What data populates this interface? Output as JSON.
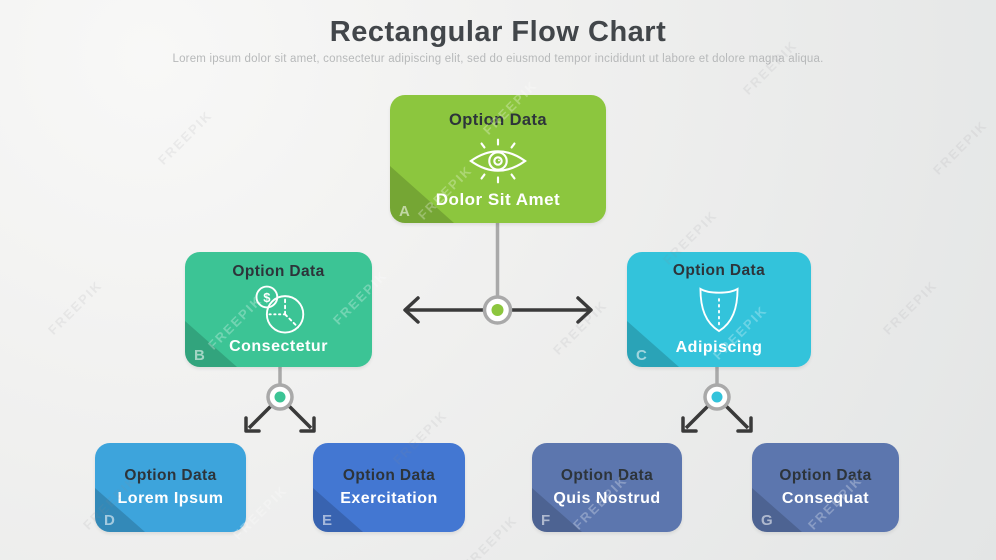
{
  "page": {
    "title": "Rectangular Flow Chart",
    "subtitle": "Lorem ipsum dolor sit amet, consectetur adipiscing elit, sed do eiusmod tempor incididunt ut labore et dolore magna aliqua."
  },
  "watermark": {
    "text": "FREEPIK"
  },
  "colors": {
    "connector_gray": "#a9a9a9",
    "arrow_dark": "#3a3a3a",
    "title_text": "#42464a",
    "subtitle_text": "#b7b9ba",
    "node_title_text": "#2d343a",
    "node_label_text": "#ffffff"
  },
  "nodes": [
    {
      "letter": "A",
      "title": "Option Data",
      "label": "Dolor Sit Amet",
      "color": "#8cc63e",
      "icon": "eye-icon"
    },
    {
      "letter": "B",
      "title": "Option Data",
      "label": "Consectetur",
      "color": "#3cc495",
      "icon": "coin-pie-chart-icon"
    },
    {
      "letter": "C",
      "title": "Option Data",
      "label": "Adipiscing",
      "color": "#33c3db",
      "icon": "shield-icon"
    },
    {
      "letter": "D",
      "title": "Option Data",
      "label": "Lorem Ipsum",
      "color": "#3da4dc"
    },
    {
      "letter": "E",
      "title": "Option Data",
      "label": "Exercitation",
      "color": "#4377d2"
    },
    {
      "letter": "F",
      "title": "Option Data",
      "label": "Quis Nostrud",
      "color": "#5c76ae"
    },
    {
      "letter": "G",
      "title": "Option Data",
      "label": "Consequat",
      "color": "#5c76ae"
    }
  ]
}
